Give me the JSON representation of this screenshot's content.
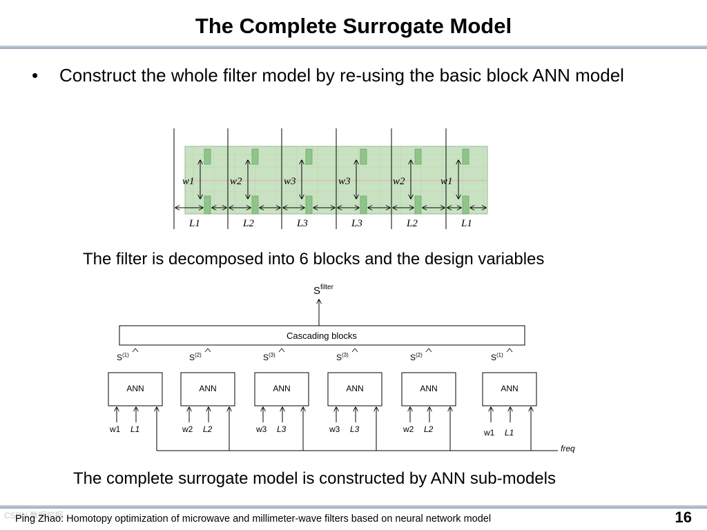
{
  "slide": {
    "title": "The Complete Surrogate Model",
    "bullet": "Construct the whole filter model by re-using the basic block ANN model",
    "caption_filter": "The filter is decomposed into 6 blocks and the design variables",
    "caption_model": "The complete surrogate model is constructed by ANN sub-models",
    "footer": "Ping Zhao: Homotopy  optimization  of microwave  and millimeter-wave  filters  based on neural network model",
    "page_number": "16",
    "watermark": "CSDN 数据挖掘"
  },
  "filter_layout": {
    "block_width_labels": [
      "w1",
      "w2",
      "w3",
      "w3",
      "w2",
      "w1"
    ],
    "block_length_labels": [
      "L1",
      "L2",
      "L3",
      "L3",
      "L2",
      "L1"
    ],
    "substrate_color": "#c9e2c2",
    "resonator_color": "#8fc48a"
  },
  "diagram": {
    "output_label": "S",
    "output_superscript": "filter",
    "cascade_label": "Cascading blocks",
    "s_labels": [
      {
        "base": "S",
        "sup": "(1)"
      },
      {
        "base": "S",
        "sup": "(2)"
      },
      {
        "base": "S",
        "sup": "(3)"
      },
      {
        "base": "S",
        "sup": "(3)"
      },
      {
        "base": "S",
        "sup": "(2)"
      },
      {
        "base": "S",
        "sup": "(1)"
      }
    ],
    "ann_label": "ANN",
    "inputs": [
      {
        "w": "w1",
        "L": "L1"
      },
      {
        "w": "w2",
        "L": "L2"
      },
      {
        "w": "w3",
        "L": "L3"
      },
      {
        "w": "w3",
        "L": "L3"
      },
      {
        "w": "w2",
        "L": "L2"
      },
      {
        "w": "w1",
        "L": "L1"
      }
    ],
    "freq_label": "freq"
  }
}
